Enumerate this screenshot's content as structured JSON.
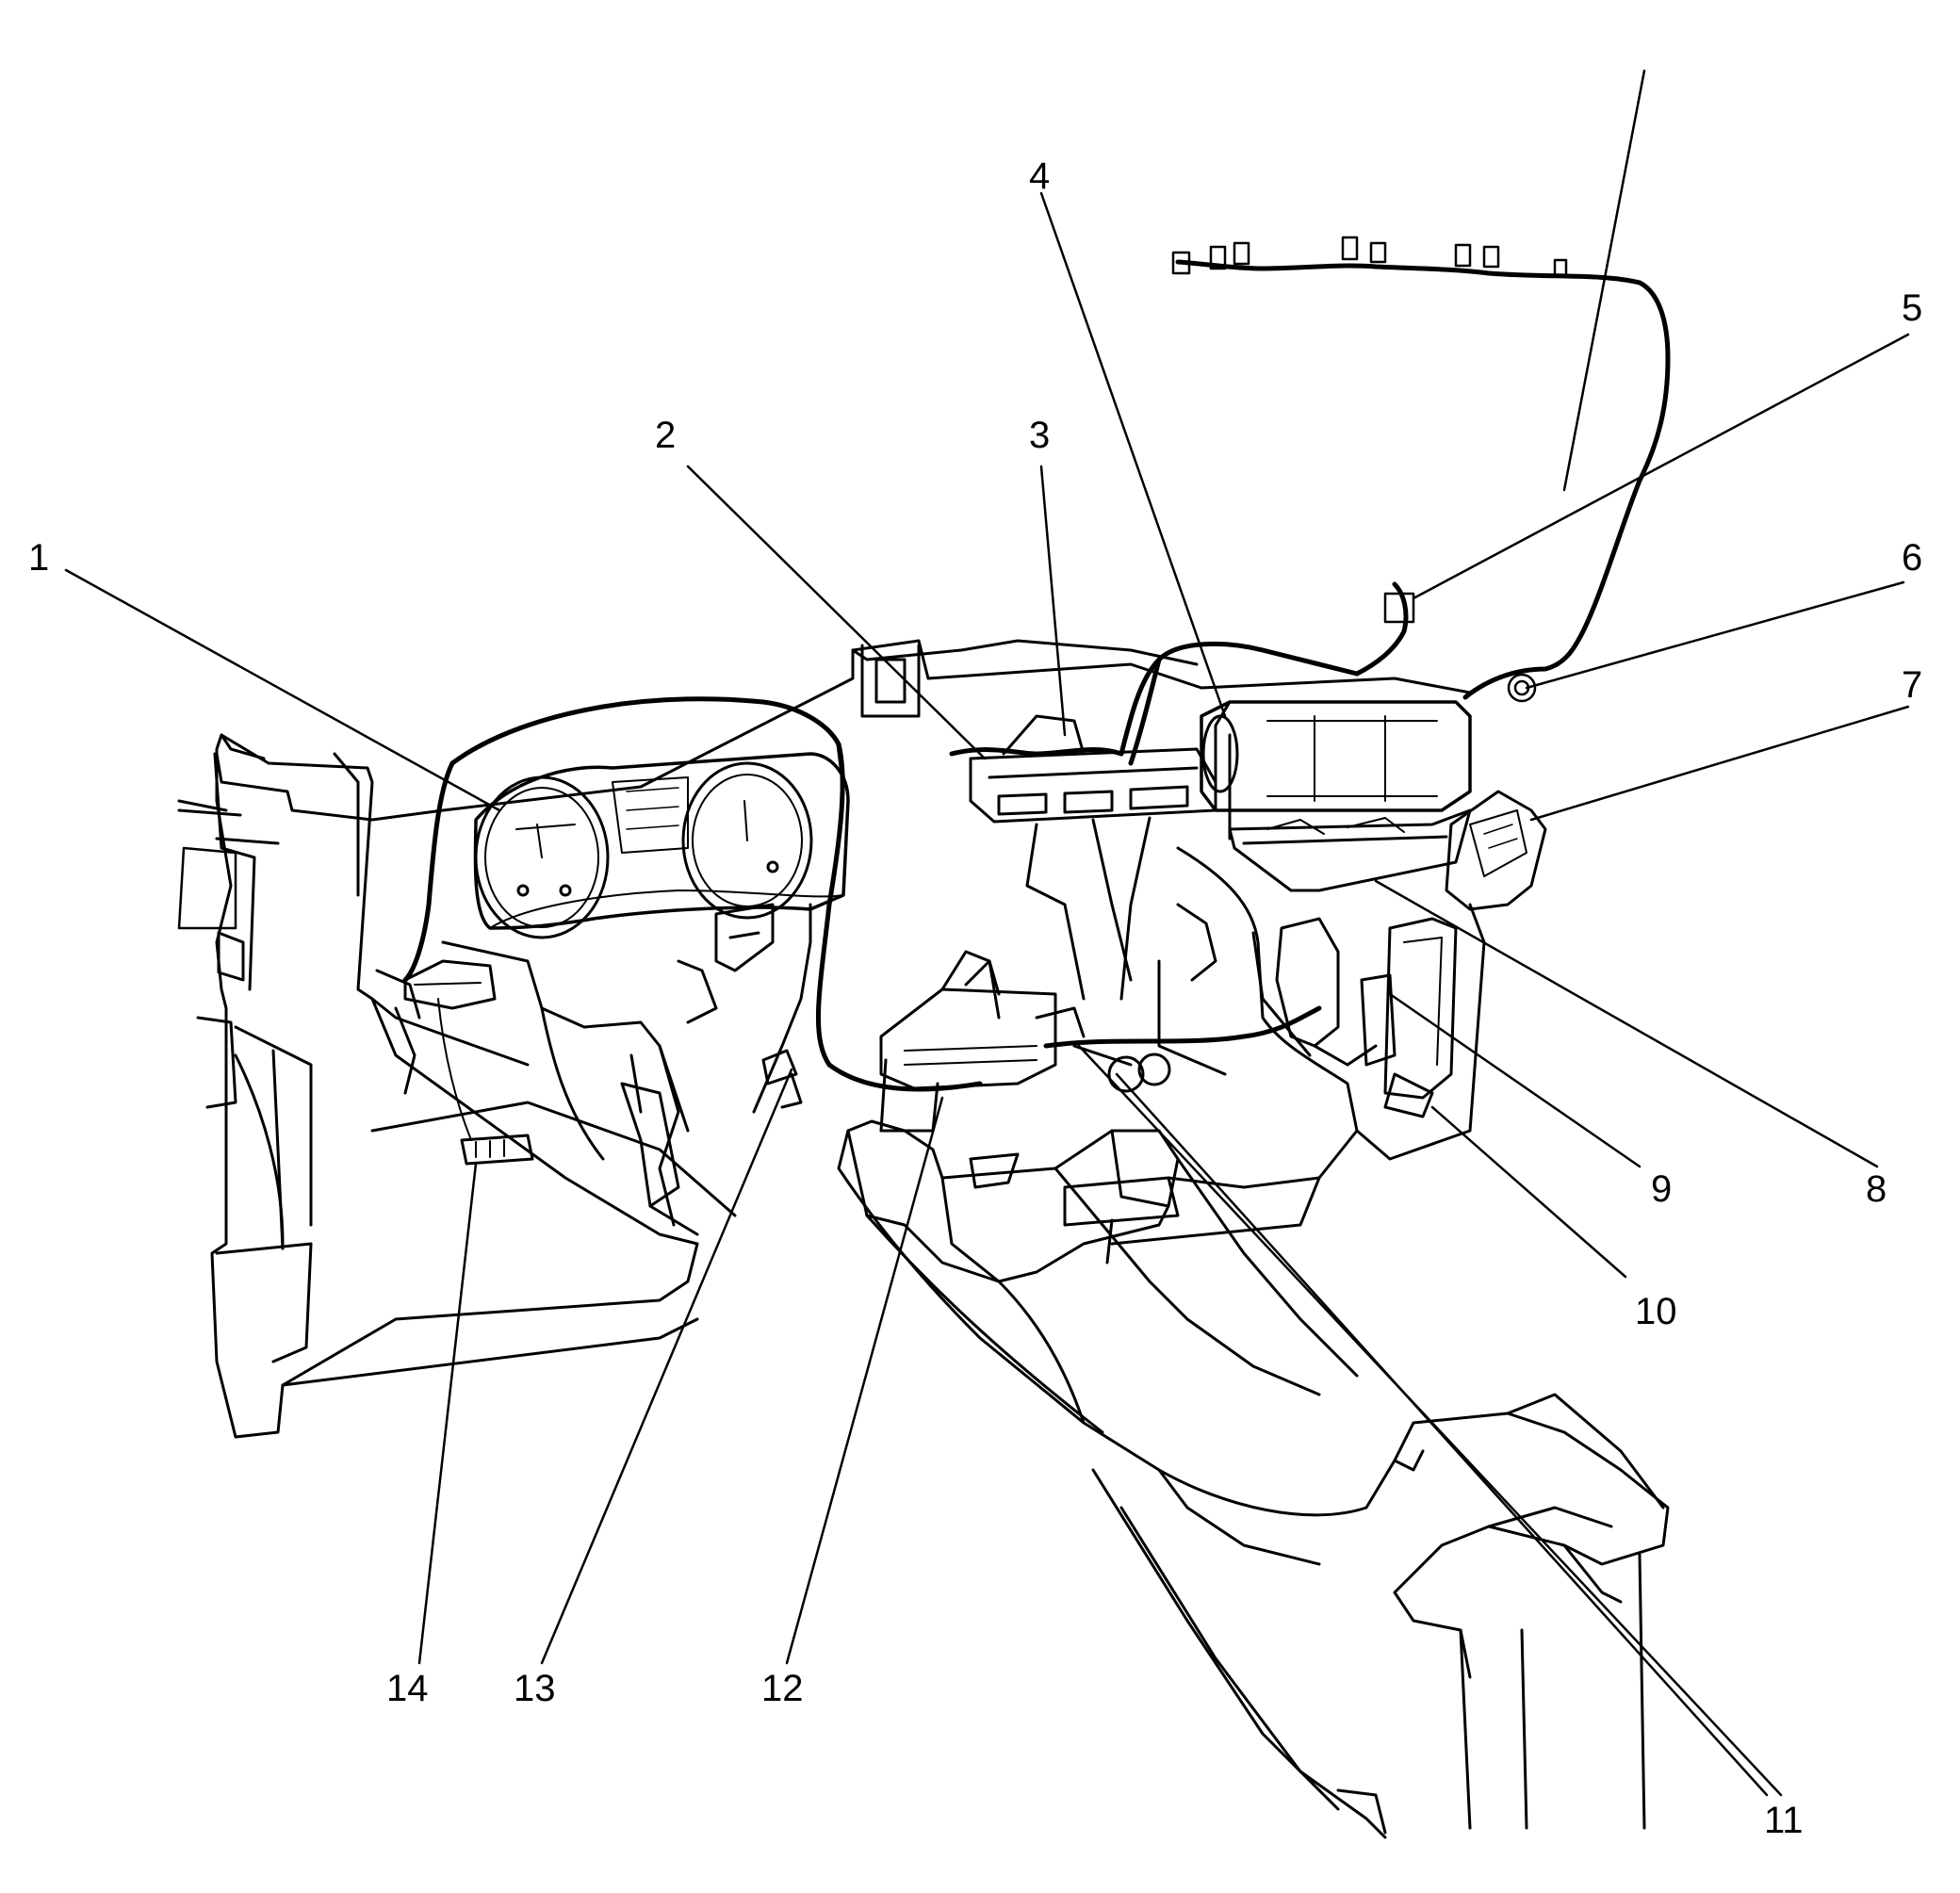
{
  "callouts": [
    {
      "number": "1"
    },
    {
      "number": "2"
    },
    {
      "number": "3"
    },
    {
      "number": "4"
    },
    {
      "number": "5"
    },
    {
      "number": "6"
    },
    {
      "number": "7"
    },
    {
      "number": "8"
    },
    {
      "number": "9"
    },
    {
      "number": "10"
    },
    {
      "number": "11"
    },
    {
      "number": "12"
    },
    {
      "number": "13"
    },
    {
      "number": "14"
    }
  ],
  "colors": {
    "ink": "#000000",
    "paper": "#ffffff"
  }
}
